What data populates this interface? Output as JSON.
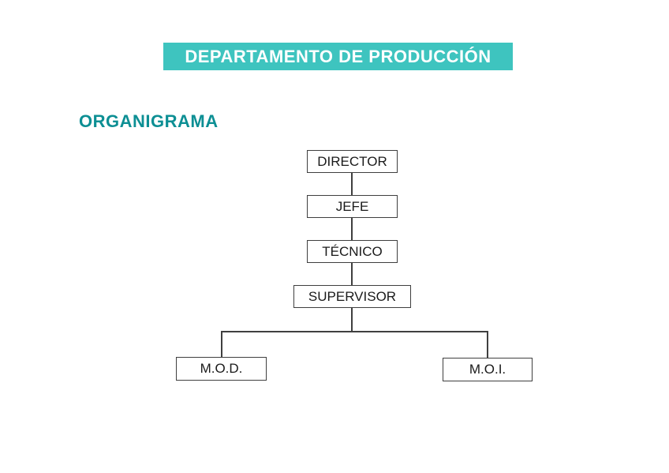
{
  "page": {
    "banner_title": "DEPARTAMENTO DE PRODUCCIÓN",
    "section_title": "ORGANIGRAMA"
  },
  "colors": {
    "banner_bg": "#3ec4bf",
    "banner_text": "#ffffff",
    "section_title_text": "#0d8f94",
    "node_border": "#3f3f3f",
    "node_text": "#1a1a1a",
    "connector": "#3f3f3f",
    "page_bg": "#ffffff"
  },
  "orgchart": {
    "nodes": [
      {
        "id": "director",
        "label": "DIRECTOR"
      },
      {
        "id": "jefe",
        "label": "JEFE"
      },
      {
        "id": "tecnico",
        "label": "TÉCNICO"
      },
      {
        "id": "supervisor",
        "label": "SUPERVISOR"
      },
      {
        "id": "mod",
        "label": "M.O.D."
      },
      {
        "id": "moi",
        "label": "M.O.I."
      }
    ],
    "edges": [
      {
        "from": "DIRECTOR",
        "to": "JEFE"
      },
      {
        "from": "JEFE",
        "to": "TÉCNICO"
      },
      {
        "from": "TÉCNICO",
        "to": "SUPERVISOR"
      },
      {
        "from": "SUPERVISOR",
        "to": "M.O.D."
      },
      {
        "from": "SUPERVISOR",
        "to": "M.O.I."
      }
    ]
  }
}
